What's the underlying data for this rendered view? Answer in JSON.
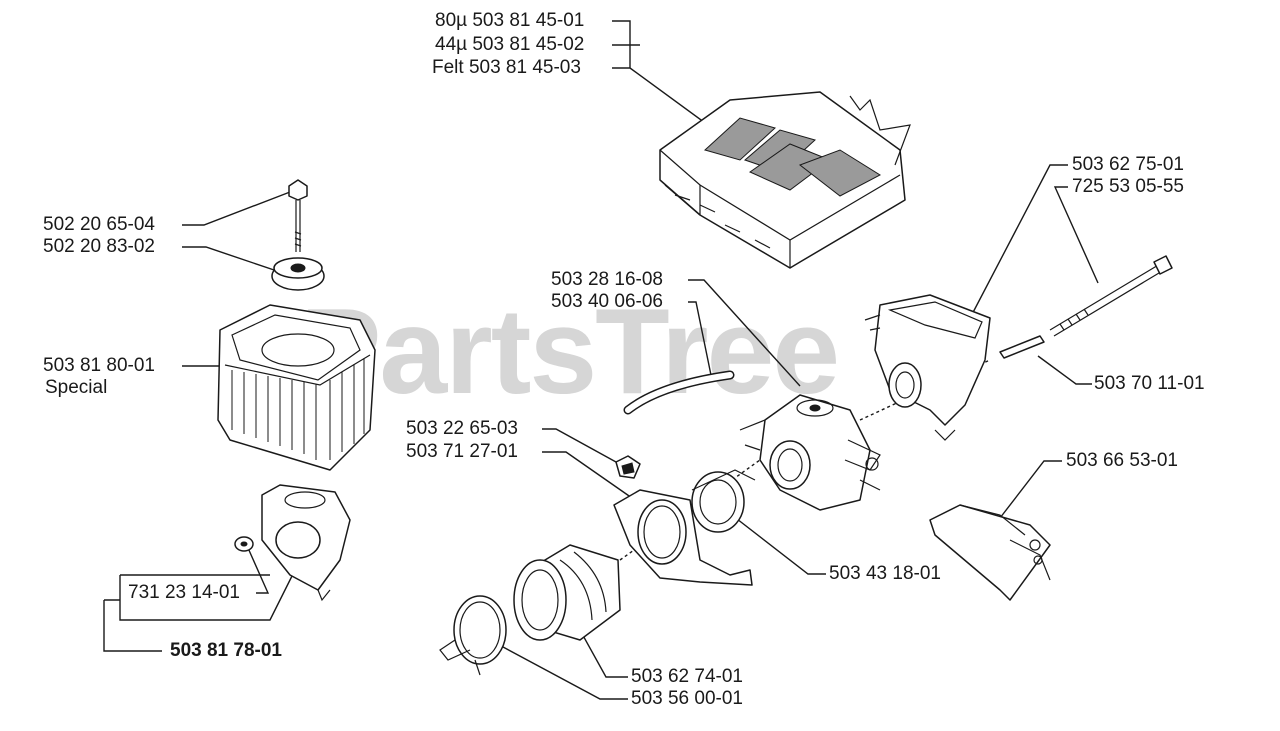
{
  "watermark": {
    "text": "PartsTree",
    "tm": "™"
  },
  "labels": {
    "filter_80u": "80µ 503 81 45-01",
    "filter_44u": "44µ 503 81 45-02",
    "filter_felt": "Felt 503 81 45-03",
    "bolt": "502 20 65-04",
    "nut": "502 20 83-02",
    "air_filter": "503 81 80-01",
    "air_filter_note": "Special",
    "grommet": "731 23 14-01",
    "assembly": "503 81 78-01",
    "hose_a": "503 28 16-08",
    "hose_b": "503 40 06-06",
    "gasket": "503 22 65-03",
    "holder": "503 71 27-01",
    "intake_a": "503 62 75-01",
    "intake_b": "725 53 05-55",
    "pin": "503 70 11-01",
    "choke": "503 66 53-01",
    "clamp_ring": "503 43 18-01",
    "boot": "503 62 74-01",
    "hose_clamp": "503 56 00-01"
  }
}
